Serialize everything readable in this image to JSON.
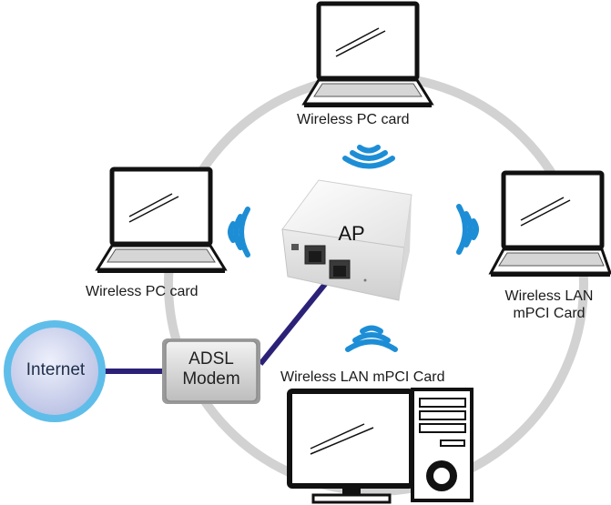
{
  "nodes": {
    "internet": {
      "label": "Internet"
    },
    "modem": {
      "line1": "ADSL",
      "line2": "Modem"
    },
    "ap": {
      "label": "AP"
    },
    "laptop_top": {
      "label": "Wireless PC card"
    },
    "laptop_left": {
      "label": "Wireless PC card"
    },
    "laptop_right": {
      "line1": "Wireless LAN",
      "line2": "mPCI Card"
    },
    "desktop": {
      "label": "Wireless LAN mPCI Card"
    }
  },
  "colors": {
    "ring": "#d2d2d2",
    "cable": "#2b2278",
    "wifi": "#1d8ed6",
    "internet_fill": "#c9cfe9",
    "internet_border": "#5fbde9"
  },
  "icons": {
    "laptop": "laptop-icon",
    "desktop": "desktop-computer-icon",
    "router": "router-icon",
    "wifi": "wifi-signal-icon"
  }
}
